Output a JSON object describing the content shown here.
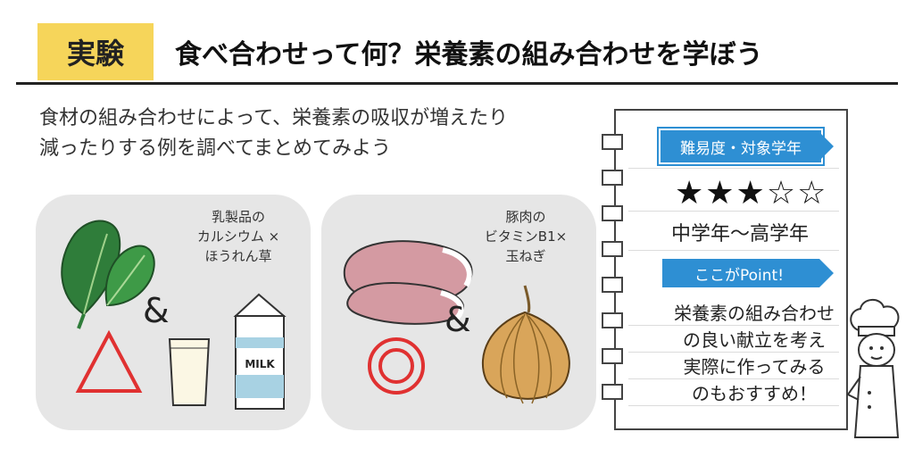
{
  "header": {
    "tag": "実験",
    "title": "食べ合わせって何？栄養素の組み合わせを学ぼう"
  },
  "intro": {
    "line1": "食材の組み合わせによって、栄養素の吸収が増えたり",
    "line2": "減ったりする例を調べてまとめてみよう"
  },
  "cards": [
    {
      "label_lines": [
        "乳製品の",
        "カルシウム ×",
        "ほうれん草"
      ],
      "ampersand": "&",
      "carton_text": "MILK",
      "rating_symbol": "triangle",
      "rating_color": "#e03131"
    },
    {
      "label_lines": [
        "豚肉の",
        "ビタミンB1×",
        "玉ねぎ"
      ],
      "ampersand": "&",
      "rating_symbol": "double-circle",
      "rating_color": "#e03131"
    }
  ],
  "notebook": {
    "difficulty_label": "難易度・対象学年",
    "stars": "★★★☆☆",
    "grade": "中学年〜高学年",
    "point_label": "ここがPoint!",
    "point_lines": [
      "栄養素の組み合わせ",
      "の良い献立を考え",
      "実際に作ってみる",
      "のもおすすめ！"
    ]
  },
  "colors": {
    "tag_bg": "#f6d55a",
    "ribbon": "#2e8fd3",
    "card_bg": "#e6e6e6",
    "accent_red": "#e03131"
  }
}
